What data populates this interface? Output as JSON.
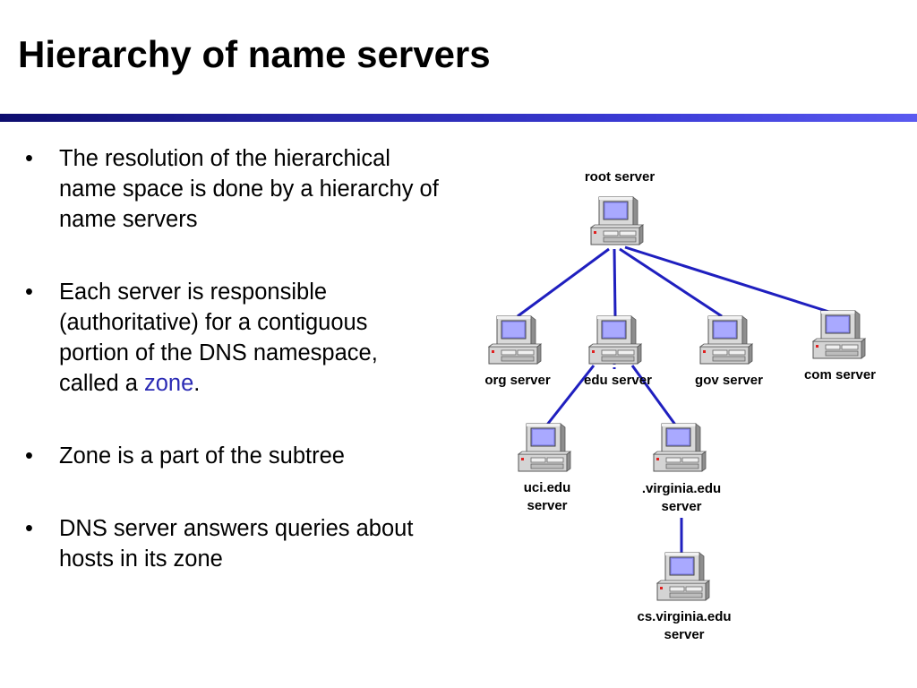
{
  "slide": {
    "title": "Hierarchy of name servers",
    "bullets": [
      {
        "text": "The resolution of the hierarchical name space is done by a hierarchy of name servers"
      },
      {
        "text_before": "Each server is responsible (authoritative) for a contiguous portion of the DNS namespace, called a ",
        "highlight": "zone",
        "text_after": "."
      },
      {
        "text": "Zone is a part of the subtree"
      },
      {
        "text": "DNS server answers queries about hosts in its zone"
      }
    ],
    "bullet_glyph": "•"
  },
  "diagram": {
    "icon": "server-computer-icon",
    "line_color": "#1f1fbf",
    "nodes": [
      {
        "id": "root",
        "label": "root server"
      },
      {
        "id": "org",
        "label": "org server"
      },
      {
        "id": "edu",
        "label": "edu server"
      },
      {
        "id": "gov",
        "label": "gov server"
      },
      {
        "id": "com",
        "label": "com server"
      },
      {
        "id": "uci",
        "label": "uci.edu\nserver"
      },
      {
        "id": "virginia",
        "label": ".virginia.edu\nserver"
      },
      {
        "id": "cs",
        "label": "cs.virginia.edu\nserver"
      }
    ],
    "edges": [
      {
        "from": "root",
        "to": "org"
      },
      {
        "from": "root",
        "to": "edu"
      },
      {
        "from": "root",
        "to": "gov"
      },
      {
        "from": "root",
        "to": "com"
      },
      {
        "from": "edu",
        "to": "uci"
      },
      {
        "from": "edu",
        "to": "virginia"
      },
      {
        "from": "virginia",
        "to": "cs"
      }
    ]
  }
}
